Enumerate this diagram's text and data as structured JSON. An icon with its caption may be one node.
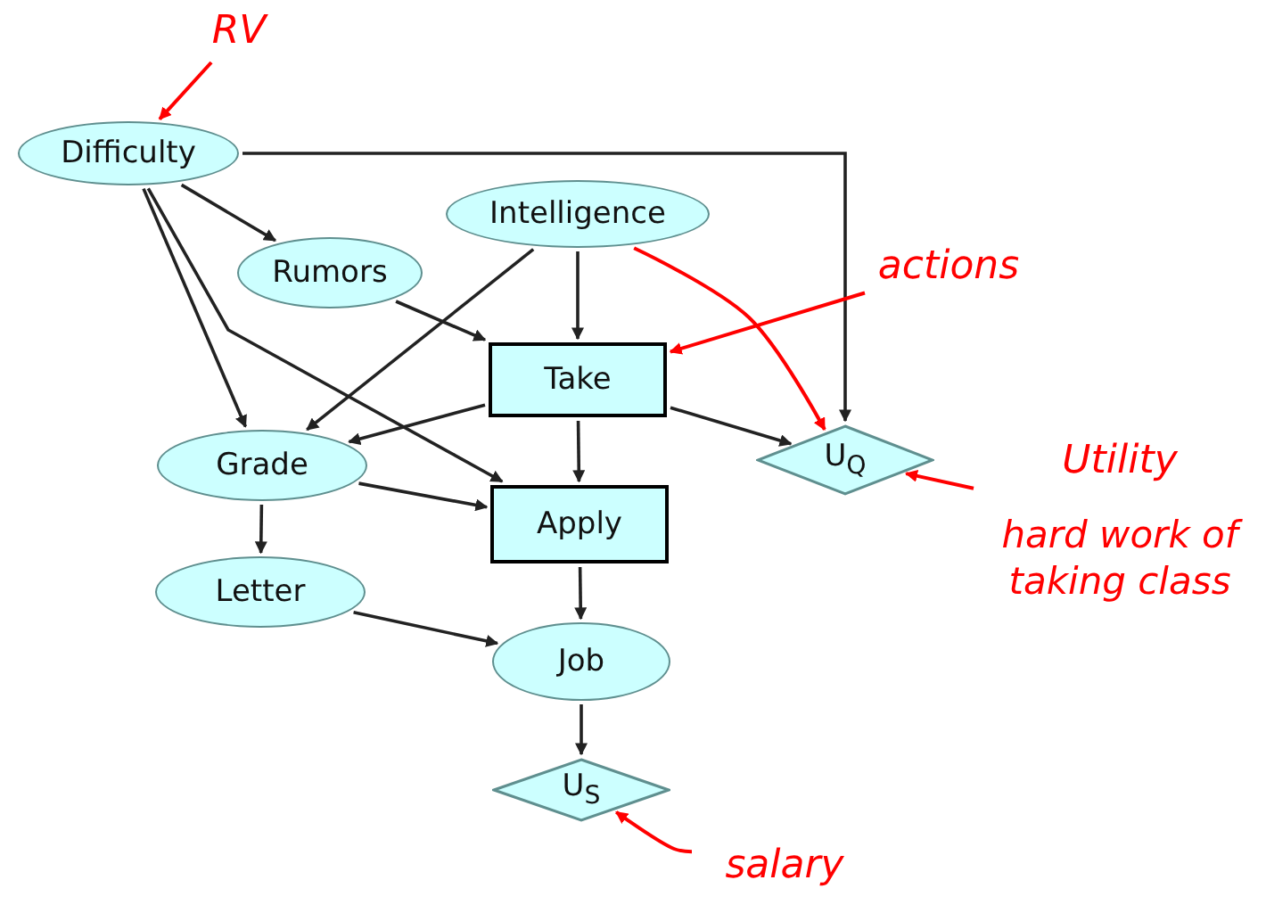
{
  "diagram": {
    "nodes": [
      {
        "text": [
          "Difficulty"
        ]
      },
      {
        "text": [
          "Intelligence"
        ]
      },
      {
        "text": [
          "Rumors"
        ]
      },
      {
        "text": [
          "Take"
        ]
      },
      {
        "text": [
          "Grade"
        ]
      },
      {
        "text": [
          "Apply"
        ]
      },
      {
        "text": [
          "U$_{Q}$"
        ]
      },
      {
        "text": [
          "Letter"
        ]
      },
      {
        "text": [
          "Job"
        ]
      },
      {
        "text": [
          "U$_{S}$"
        ]
      },
      {
        "text": [
          "RV"
        ]
      },
      {
        "text": [
          "actions"
        ]
      },
      {
        "text": [
          "Utility",
          "hard work of taking class"
        ]
      },
      {
        "text": [
          "salary"
        ]
      }
    ],
    "edges": [
      {
        "from": 0,
        "to": 2,
        "arrow": "to"
      },
      {
        "from": 0,
        "to": 4,
        "arrow": "to"
      },
      {
        "from": 0,
        "to": 5,
        "arrow": "to"
      },
      {
        "from": 0,
        "to": 6,
        "arrow": "to"
      },
      {
        "from": 1,
        "to": 4,
        "arrow": "to"
      },
      {
        "from": 1,
        "to": 3,
        "arrow": "to"
      },
      {
        "from": 2,
        "to": 3,
        "arrow": "to"
      },
      {
        "from": 3,
        "to": 4,
        "arrow": "to"
      },
      {
        "from": 3,
        "to": 5,
        "arrow": "to"
      },
      {
        "from": 3,
        "to": 6,
        "arrow": "to"
      },
      {
        "from": 4,
        "to": 5,
        "arrow": "to"
      },
      {
        "from": 4,
        "to": 7,
        "arrow": "to"
      },
      {
        "from": 7,
        "to": 8,
        "arrow": "to"
      },
      {
        "from": 5,
        "to": 8,
        "arrow": "to"
      },
      {
        "from": 8,
        "to": 9,
        "arrow": "to"
      },
      {
        "from": 10,
        "to": 0,
        "arrow": "to",
        "color": "#ff0000"
      },
      {
        "from": 11,
        "to": 3,
        "arrow": "to",
        "color": "#ff0000"
      },
      {
        "from": 1,
        "to": 6,
        "arrow": "to",
        "color": "#ff0000"
      },
      {
        "from": 12,
        "to": 6,
        "arrow": "to",
        "color": "#ff0000"
      },
      {
        "from": 13,
        "to": 9,
        "arrow": "to",
        "color": "#ff0000"
      }
    ]
  }
}
